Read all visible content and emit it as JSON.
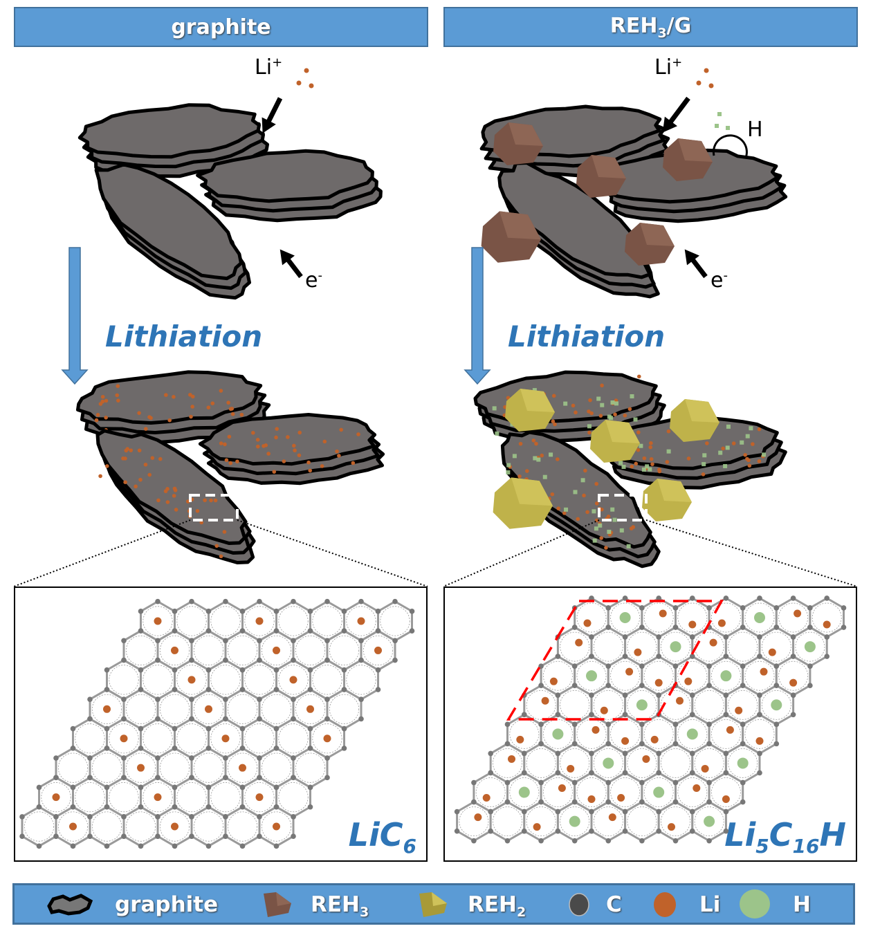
{
  "headers": {
    "left": "graphite",
    "right_main": "REH",
    "right_sub": "3",
    "right_tail": "/G"
  },
  "labels": {
    "li_ion": "Li",
    "li_ion_charge": "+",
    "electron": "e",
    "electron_charge": "-",
    "hydrogen": "H",
    "lithiation": "Lithiation"
  },
  "formulas": {
    "left": {
      "main": "LiC",
      "sub": "6"
    },
    "right": {
      "a": "Li",
      "a_sub": "5",
      "b": "C",
      "b_sub": "16",
      "c": "H"
    }
  },
  "legend": [
    {
      "label": "graphite",
      "sub": ""
    },
    {
      "label": "REH",
      "sub": "3"
    },
    {
      "label": "REH",
      "sub": "2"
    },
    {
      "label": "C",
      "sub": ""
    },
    {
      "label": "Li",
      "sub": ""
    },
    {
      "label": "H",
      "sub": ""
    }
  ],
  "colors": {
    "header": "#5b9bd5",
    "text_blue": "#2e75b6",
    "graphite": "#6e6a6a",
    "reh3": "#7a5446",
    "reh2": "#bfb24a",
    "li": "#c0622a",
    "h": "#9cc48a",
    "c": "#555555",
    "cell": "#ff0000"
  }
}
